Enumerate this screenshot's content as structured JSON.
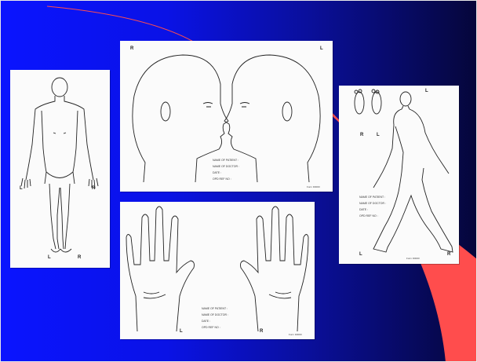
{
  "slide": {
    "colors": {
      "background_left": "#0a14ff",
      "background_right": "#05063a",
      "accent_curve": "#ff4d4d"
    }
  },
  "panels": {
    "body_back": {
      "icon": "body-outline-back",
      "labels": {
        "left": "L",
        "right": "R",
        "left_bottom": "L",
        "right_bottom": "R"
      }
    },
    "head_profiles": {
      "icon": "head-profile-pair",
      "labels": {
        "left": "R",
        "right": "L"
      },
      "form_lines": [
        "NAME OF PATIENT :",
        "NAME OF DOCTOR :",
        "DATE :",
        "OPD REF NO :"
      ],
      "footer": "Form D0000"
    },
    "hands": {
      "icon": "hands-outline",
      "labels": {
        "left": "L",
        "right": "R"
      },
      "form_lines": [
        "NAME OF PATIENT :",
        "NAME OF DOCTOR :",
        "DATE :",
        "OPD REF NO :"
      ],
      "footer": "Form D0000"
    },
    "body_side": {
      "icon": "body-walking-side",
      "labels": {
        "top": "L",
        "foot_left": "R",
        "foot_right": "L",
        "bottom_left": "L",
        "bottom_right": "R"
      },
      "form_lines": [
        "NAME OF PATIENT :",
        "NAME OF DOCTOR :",
        "DATE :",
        "OPD REF NO :"
      ],
      "footer": "Form D0000"
    }
  }
}
